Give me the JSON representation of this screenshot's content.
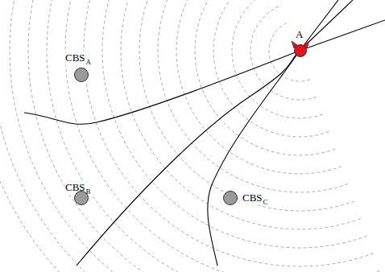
{
  "diagram": {
    "nodes": [
      {
        "text": [
          "A"
        ]
      },
      {
        "text": [
          "CBS",
          "A"
        ]
      },
      {
        "text": [
          "CBS",
          "B"
        ]
      },
      {
        "text": [
          "CBS",
          "C"
        ]
      }
    ]
  }
}
